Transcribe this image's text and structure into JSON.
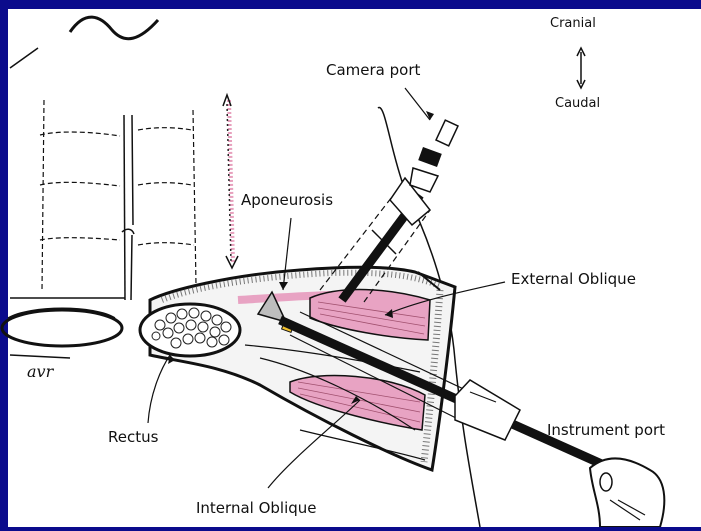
{
  "labels": {
    "cranial": "Cranial",
    "caudal": "Caudal",
    "camera_port": "Camera port",
    "aponeurosis": "Aponeurosis",
    "external_oblique": "External Oblique",
    "rectus": "Rectus",
    "instrument_port": "Instrument port",
    "internal_oblique": "Internal Oblique",
    "signature": "avr"
  },
  "colors": {
    "background": "#0b0b8c",
    "panel": "#ffffff",
    "muscle": "#e8a3c3",
    "ink": "#111111"
  }
}
